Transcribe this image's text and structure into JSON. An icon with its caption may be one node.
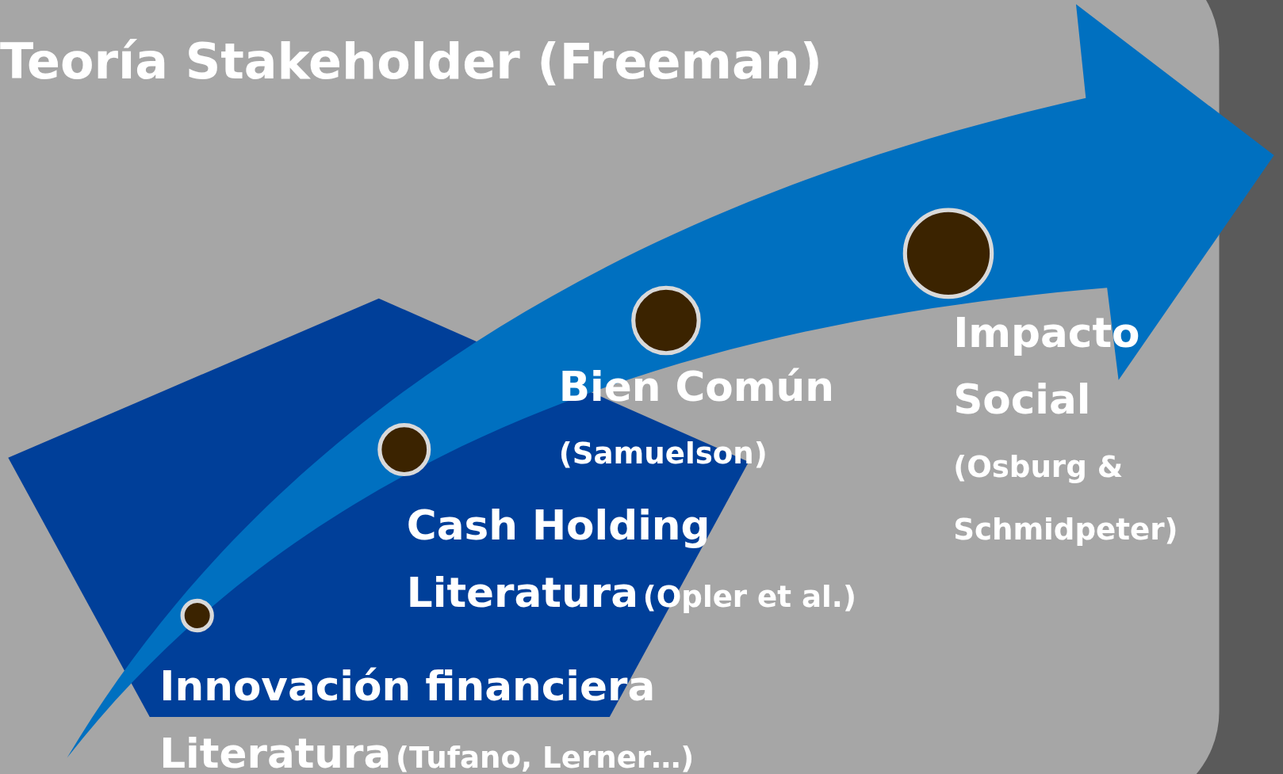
{
  "diagram": {
    "title": "Teoría Stakeholder (Freeman)",
    "nodes": [
      {
        "text": [],
        "shape": "circle",
        "beside": [
          "Innovación financiera Literatura",
          "(Tufano, Lerner…)"
        ]
      },
      {
        "text": [],
        "shape": "circle",
        "beside": [
          "Cash Holding Literatura",
          "(Opler et al.)"
        ]
      },
      {
        "text": [],
        "shape": "circle",
        "beside": [
          "Bien Común",
          "(Samuelson)"
        ]
      },
      {
        "text": [],
        "shape": "circle",
        "beside": [
          "Impacto Social",
          "(Osburg & Schmidpeter)"
        ]
      }
    ]
  }
}
